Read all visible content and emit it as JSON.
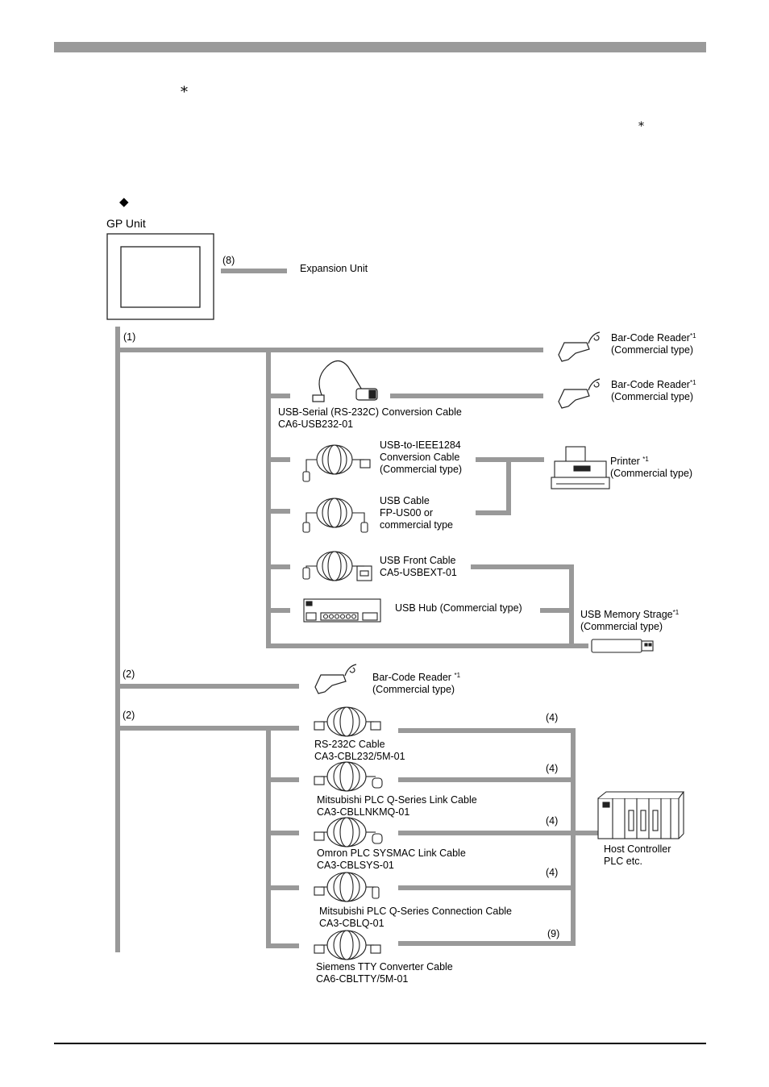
{
  "header": {
    "color": "#9a9a9a"
  },
  "marks": {
    "asterisk_1": "*",
    "asterisk_2": "*",
    "diamond": "◆"
  },
  "gp_unit": {
    "label": "GP Unit"
  },
  "expansion": {
    "port": "(8)",
    "label": "Expansion Unit"
  },
  "ports": {
    "p1": "(1)",
    "p2a": "(2)",
    "p2b": "(2)"
  },
  "devices": {
    "barcode1": {
      "name": "Bar-Code Reader",
      "note": "*1",
      "sub": "(Commercial type)"
    },
    "barcode2": {
      "name": "Bar-Code Reader",
      "note": "*1",
      "sub": "(Commercial type)"
    },
    "printer": {
      "name": "Printer ",
      "note": "*1",
      "sub": "(Commercial type)"
    },
    "usbmem": {
      "name": "USB Memory Strage",
      "note": "*1",
      "sub": "(Commercial type)"
    },
    "barcode3": {
      "name": "Bar-Code Reader ",
      "note": "*1",
      "sub": "(Commercial type)"
    },
    "host": {
      "name": "Host Controller",
      "sub": "PLC etc."
    }
  },
  "cables": {
    "usbserial": {
      "name": "USB-Serial (RS-232C) Conversion Cable",
      "model": "CA6-USB232-01"
    },
    "ieee1284": {
      "l1": "USB-to-IEEE1284",
      "l2": "Conversion Cable",
      "l3": "(Commercial type)"
    },
    "usbcable": {
      "l1": "USB Cable",
      "l2": "FP-US00 or",
      "l3": "commercial type"
    },
    "usbfront": {
      "l1": "USB Front Cable",
      "l2": "CA5-USBEXT-01"
    },
    "usbhub": {
      "l1": "USB Hub (Commercial type)"
    },
    "rs232c": {
      "l1": "RS-232C Cable",
      "l2": "CA3-CBL232/5M-01",
      "port": "(4)"
    },
    "mitsu_link": {
      "l1": "Mitsubishi PLC Q-Series Link Cable",
      "l2": "CA3-CBLLNKMQ-01",
      "port": "(4)"
    },
    "omron": {
      "l1": "Omron PLC SYSMAC Link Cable",
      "l2": "CA3-CBLSYS-01",
      "port": "(4)"
    },
    "mitsu_conn": {
      "l1": "Mitsubishi PLC Q-Series Connection Cable",
      "l2": "CA3-CBLQ-01",
      "port": "(4)"
    },
    "siemens": {
      "l1": "Siemens TTY Converter Cable",
      "l2": "CA6-CBLTTY/5M-01",
      "port": "(9)"
    }
  }
}
